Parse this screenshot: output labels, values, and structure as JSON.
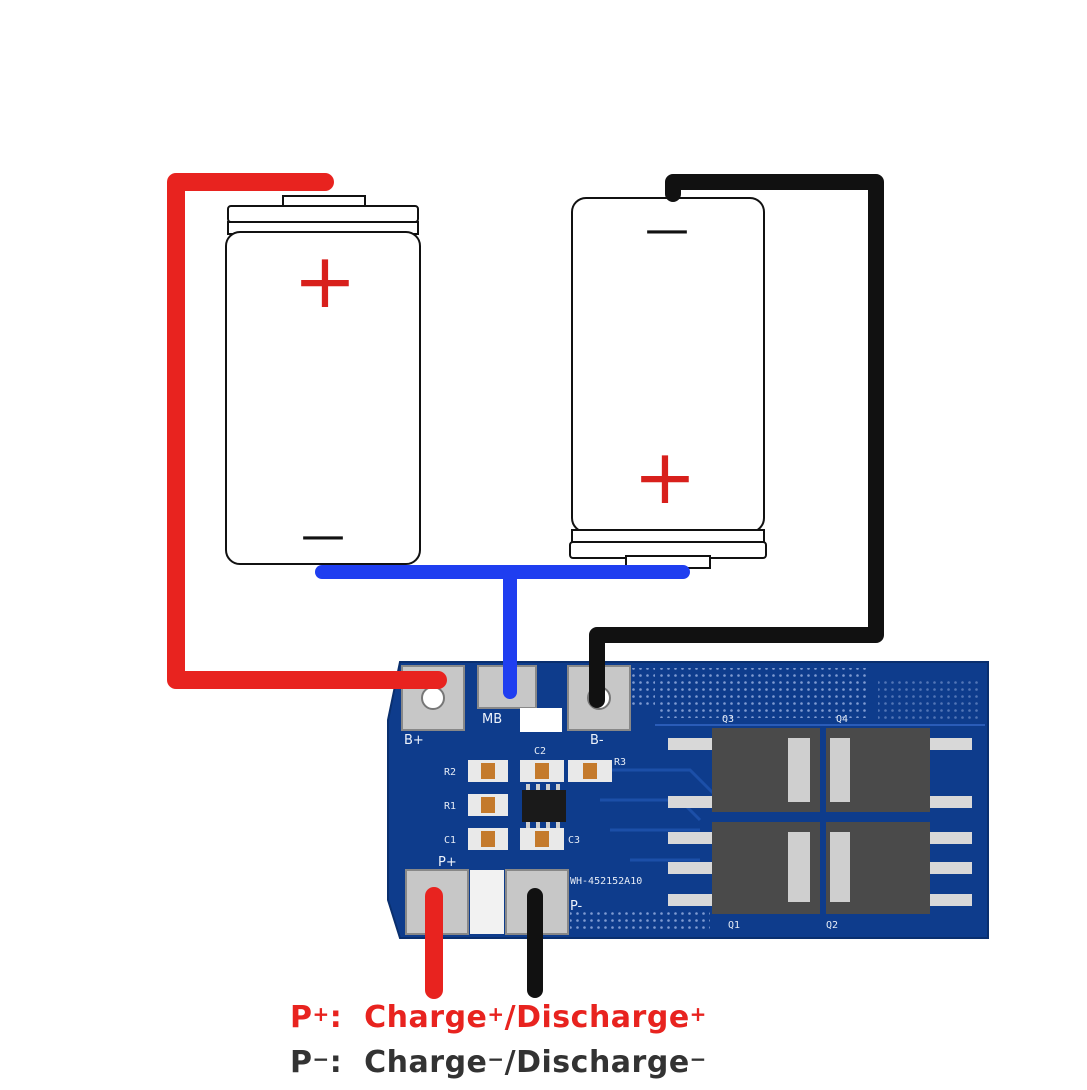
{
  "diagram": {
    "battery_left": {
      "top_sign": "+",
      "bottom_sign": "—"
    },
    "battery_right": {
      "top_sign": "—",
      "bottom_sign": "+"
    },
    "board": {
      "pads_top": [
        "B+",
        "MB",
        "B-"
      ],
      "pads_bottom": [
        "P+",
        "P-"
      ],
      "model_text": "WH-452152A10",
      "components": [
        "R2",
        "R1",
        "C1",
        "C2",
        "C3",
        "R3"
      ],
      "mosfets": [
        "Q3",
        "Q4",
        "Q1",
        "Q2"
      ]
    },
    "wire_colors": {
      "positive": "#e8231f",
      "negative": "#111111",
      "middle": "#1f3ef0"
    },
    "legend": {
      "plus": {
        "pin": "P",
        "pin_sign": "+",
        "sep": ":",
        "text1": "Charge",
        "sign1": "+",
        "slash": "/",
        "text2": "Discharge",
        "sign2": "+"
      },
      "minus": {
        "pin": "P",
        "pin_sign": "−",
        "sep": ":",
        "text1": "Charge",
        "sign1": "−",
        "slash": "/",
        "text2": "Discharge",
        "sign2": "−"
      }
    }
  }
}
